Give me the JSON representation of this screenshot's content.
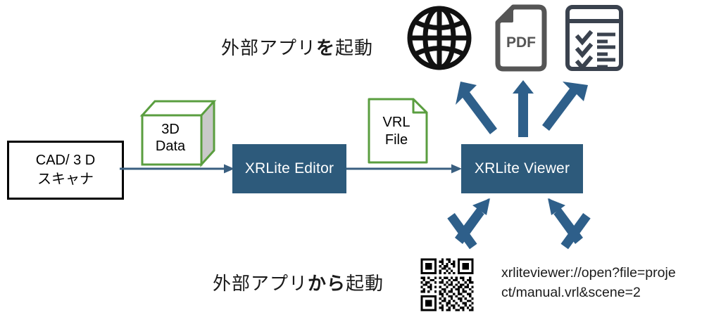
{
  "diagram": {
    "title_top": "外部アプリ",
    "nodes": {
      "source": {
        "line1": "CAD/ 3 D",
        "line2": "スキャナ"
      },
      "editor": {
        "label": "XRLite Editor"
      },
      "viewer": {
        "label": "XRLite Viewer"
      },
      "data_cube": {
        "line1": "3D",
        "line2": "Data"
      },
      "vrl_file": {
        "line1": "VRL",
        "line2": "File"
      }
    },
    "labels": {
      "launch_external_prefix": "外部アプリ",
      "launch_external_particle": "を",
      "launch_external_suffix": "起動",
      "launch_from_prefix": "外部アプリ",
      "launch_from_particle": "から",
      "launch_from_suffix": "起動"
    },
    "url": {
      "line1": "xrliteviewer://open?file=proje",
      "line2": "ct/manual.vrl&scene=2"
    },
    "icons": {
      "globe": "globe-icon",
      "pdf": "pdf-document-icon",
      "pdf_text": "PDF",
      "checklist": "checklist-form-icon",
      "qrcode": "qr-code-icon"
    },
    "colors": {
      "process_fill": "#2D5A7B",
      "arrow_blue": "#2E5F8A",
      "thin_arrow": "#3A5F80",
      "cube_green": "#5A9E3F",
      "cube_side_gray": "#C9C9C9",
      "icon_black": "#111111",
      "icon_gray": "#555555",
      "icon_navy": "#3A424E",
      "box_border": "#000000"
    }
  }
}
